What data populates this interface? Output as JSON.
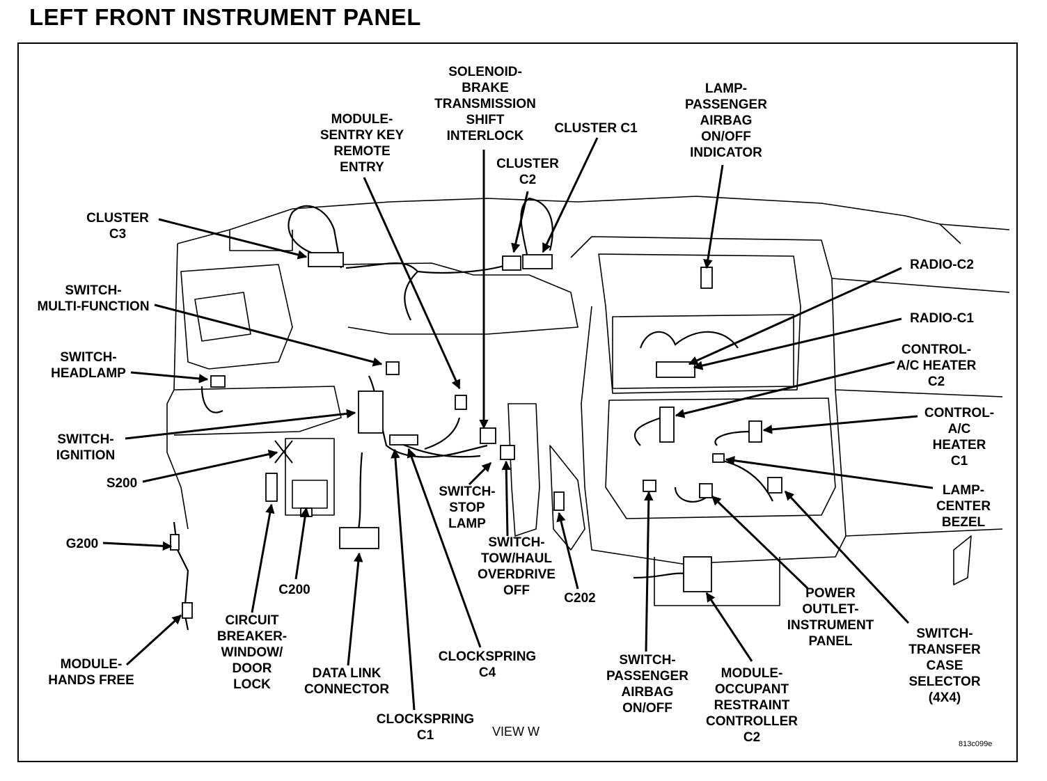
{
  "title": "LEFT FRONT INSTRUMENT PANEL",
  "labels": {
    "solenoid": "SOLENOID-\nBRAKE\nTRANSMISSION\nSHIFT\nINTERLOCK",
    "module_sentry": "MODULE-\nSENTRY KEY\nREMOTE\nENTRY",
    "cluster_c1": "CLUSTER C1",
    "cluster_c2": "CLUSTER\nC2",
    "lamp_passenger": "LAMP-\nPASSENGER\nAIRBAG\nON/OFF\nINDICATOR",
    "cluster_c3": "CLUSTER\nC3",
    "switch_multi": "SWITCH-\nMULTI-FUNCTION",
    "switch_headlamp": "SWITCH-\nHEADLAMP",
    "switch_ignition": "SWITCH-\nIGNITION",
    "s200": "S200",
    "g200": "G200",
    "module_hands_free": "MODULE-\nHANDS FREE",
    "circuit_breaker": "CIRCUIT\nBREAKER-\nWINDOW/\nDOOR\nLOCK",
    "c200": "C200",
    "data_link": "DATA LINK\nCONNECTOR",
    "clockspring_c1": "CLOCKSPRING\nC1",
    "clockspring_c4": "CLOCKSPRING\nC4",
    "switch_stop": "SWITCH-\nSTOP\nLAMP",
    "switch_tow": "SWITCH-\nTOW/HAUL\nOVERDRIVE\nOFF",
    "c202": "C202",
    "radio_c2": "RADIO-C2",
    "radio_c1": "RADIO-C1",
    "control_ac_c2": "CONTROL-\nA/C HEATER\nC2",
    "control_ac_c1": "CONTROL-\nA/C\nHEATER\nC1",
    "lamp_center": "LAMP-\nCENTER\nBEZEL",
    "switch_transfer": "SWITCH-\nTRANSFER\nCASE\nSELECTOR\n(4X4)",
    "power_outlet": "POWER\nOUTLET-\nINSTRUMENT\nPANEL",
    "module_occupant": "MODULE-\nOCCUPANT\nRESTRAINT\nCONTROLLER\nC2",
    "switch_passenger": "SWITCH-\nPASSENGER\nAIRBAG\nON/OFF"
  },
  "view_label": "VIEW W",
  "figure_id": "813c099e"
}
